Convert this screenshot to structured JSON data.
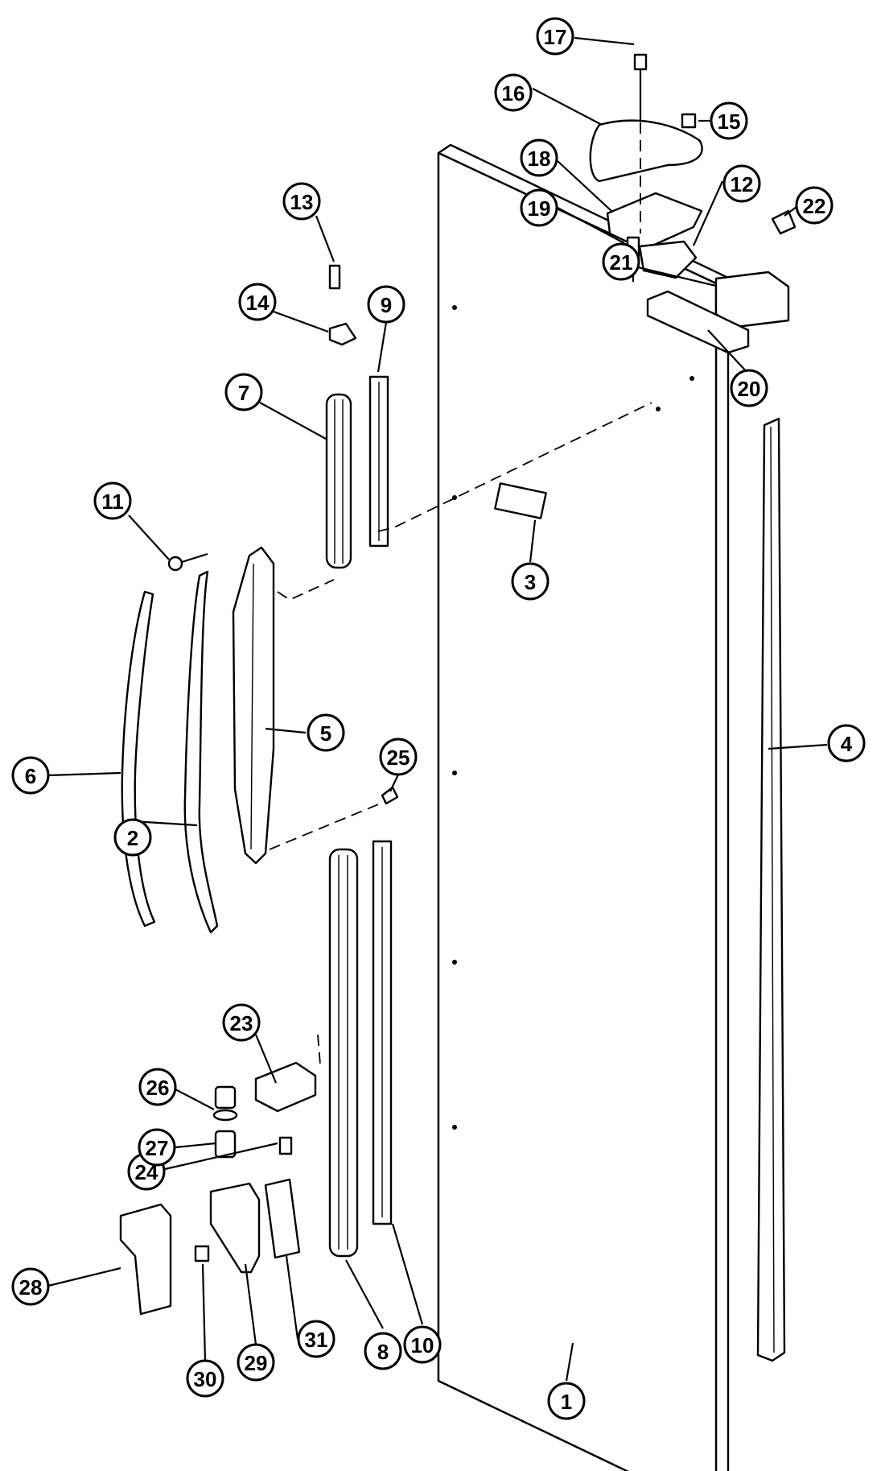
{
  "colors": {
    "ink": "#000000",
    "paper": "#ffffff"
  },
  "callouts": [
    {
      "id": "1",
      "label": "1"
    },
    {
      "id": "2",
      "label": "2"
    },
    {
      "id": "3",
      "label": "3"
    },
    {
      "id": "4",
      "label": "4"
    },
    {
      "id": "5",
      "label": "5"
    },
    {
      "id": "6",
      "label": "6"
    },
    {
      "id": "7",
      "label": "7"
    },
    {
      "id": "8",
      "label": "8"
    },
    {
      "id": "9",
      "label": "9"
    },
    {
      "id": "10",
      "label": "10"
    },
    {
      "id": "11",
      "label": "11"
    },
    {
      "id": "12",
      "label": "12"
    },
    {
      "id": "13",
      "label": "13"
    },
    {
      "id": "14",
      "label": "14"
    },
    {
      "id": "15",
      "label": "15"
    },
    {
      "id": "16",
      "label": "16"
    },
    {
      "id": "17",
      "label": "17"
    },
    {
      "id": "18",
      "label": "18"
    },
    {
      "id": "19",
      "label": "19"
    },
    {
      "id": "20",
      "label": "20"
    },
    {
      "id": "21",
      "label": "21"
    },
    {
      "id": "22",
      "label": "22"
    },
    {
      "id": "23",
      "label": "23"
    },
    {
      "id": "24",
      "label": "24"
    },
    {
      "id": "25",
      "label": "25"
    },
    {
      "id": "26",
      "label": "26"
    },
    {
      "id": "27",
      "label": "27"
    },
    {
      "id": "28",
      "label": "28"
    },
    {
      "id": "29",
      "label": "29"
    },
    {
      "id": "30",
      "label": "30"
    },
    {
      "id": "31",
      "label": "31"
    }
  ]
}
